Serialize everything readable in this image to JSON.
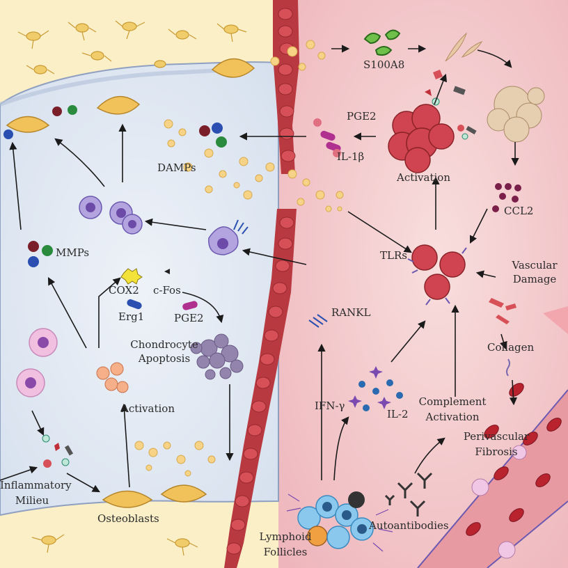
{
  "labels": {
    "s100a8": "S100A8",
    "pge2_right": "PGE2",
    "il1b": "IL-1β",
    "damps": "DAMPs",
    "activation_right": "Activation",
    "ccl2": "CCL2",
    "tlrs": "TLRs",
    "vascular_damage_1": "Vascular",
    "vascular_damage_2": "Damage",
    "collagen": "Collagen",
    "rankl": "RANKL",
    "ifn_gamma": "IFN-γ",
    "il2": "IL-2",
    "complement_1": "Complement",
    "complement_2": "Activation",
    "perivascular_1": "Perivascular",
    "perivascular_2": "Fibrosis",
    "autoantibodies": "Autoantibodies",
    "lymphoid_1": "Lymphoid",
    "lymphoid_2": "Follicles",
    "mmps": "MMPs",
    "cox2": "COX2",
    "cfos": "c-Fos",
    "erg1": "Erg1",
    "pge2_left": "PGE2",
    "chondrocyte_1": "Chondrocyte",
    "chondrocyte_2": "Apoptosis",
    "activation_left": "Activation",
    "inflammatory_1": "Inflammatory",
    "inflammatory_2": "Milieu",
    "osteoblasts": "Osteoblasts"
  },
  "colors": {
    "joint_background": "#fbefc8",
    "joint_space": "#dfe7f3",
    "tissue": "#f3c9cc",
    "vessel_wall": "#b8393f",
    "red_cell": "#c0303a",
    "osteoblast": "#f2c25a",
    "macrophage": "#9b8bd0",
    "arrow": "#1a1a1a"
  }
}
